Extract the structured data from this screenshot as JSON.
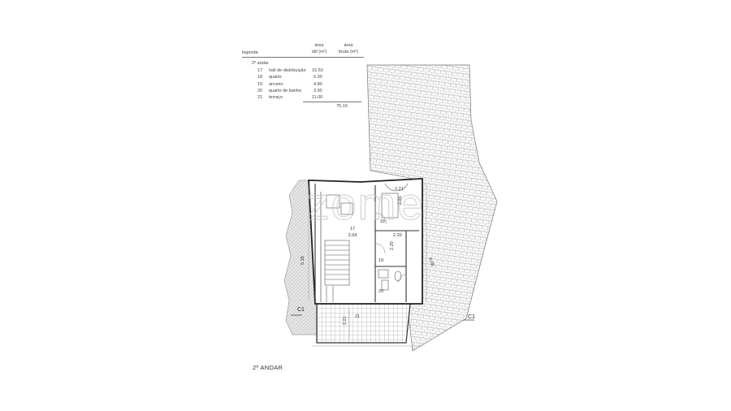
{
  "legend": {
    "col_legenda": "legenda",
    "col_area_util_1": "área",
    "col_area_util_2": "útil (m²)",
    "col_area_bruta_1": "área",
    "col_area_bruta_2": "bruta (m²)",
    "floor": "2º andar",
    "rows": [
      {
        "num": "17",
        "name": "hall de distribuição",
        "area": "16.50"
      },
      {
        "num": "18",
        "name": "quarto",
        "area": "6.30"
      },
      {
        "num": "19",
        "name": "arrumo",
        "area": "4.80"
      },
      {
        "num": "20",
        "name": "quarto de banho",
        "area": "3.90"
      },
      {
        "num": "21",
        "name": "terraço",
        "area": "11.00"
      }
    ],
    "total": "75.10"
  },
  "plan": {
    "watermark": "zome",
    "room_17": "17",
    "room_17_height": "2.04",
    "room_18": "18",
    "room_19": "19",
    "room_20": "20",
    "room_21": "21",
    "dim_top": "2.21",
    "dim_18_side": "2.85",
    "dim_19_top": "2.20",
    "dim_19_side": "2.20",
    "dim_left": "5.16",
    "dim_terrace": "2.21",
    "dim_roof": "5.06",
    "section_left": "C1",
    "section_right": "C1"
  },
  "title": "2º ANDAR"
}
